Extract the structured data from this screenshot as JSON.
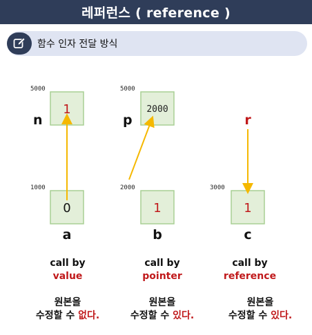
{
  "title": "레퍼런스 ( reference )",
  "section": {
    "label": "함수 인자 전달 방식",
    "icon": "edit-icon"
  },
  "columns": [
    {
      "top_addr": "5000",
      "top_var": "n",
      "top_value": "1",
      "bottom_addr": "1000",
      "bottom_value": "0",
      "bottom_var": "a",
      "call_line": "call by",
      "call_type": "value",
      "result_line1": "원본을",
      "result_prefix": "수정할 수 ",
      "result_emph": "없다."
    },
    {
      "top_addr": "5000",
      "top_var": "p",
      "top_value": "2000",
      "bottom_addr": "2000",
      "bottom_value": "1",
      "bottom_var": "b",
      "call_line": "call by",
      "call_type": "pointer",
      "result_line1": "원본을",
      "result_prefix": "수정할 수 ",
      "result_emph": "있다."
    },
    {
      "top_var": "r",
      "bottom_addr": "3000",
      "bottom_value": "1",
      "bottom_var": "c",
      "call_line": "call by",
      "call_type": "reference",
      "result_line1": "원본을",
      "result_prefix": "수정할 수 ",
      "result_emph": "있다."
    }
  ],
  "colors": {
    "header_bg": "#2f3d59",
    "pill_bg": "#dfe4f2",
    "box_fill": "#e3efd9",
    "box_border": "#a8cf94",
    "arrow": "#f5b800",
    "emphasis": "#c0191b"
  }
}
